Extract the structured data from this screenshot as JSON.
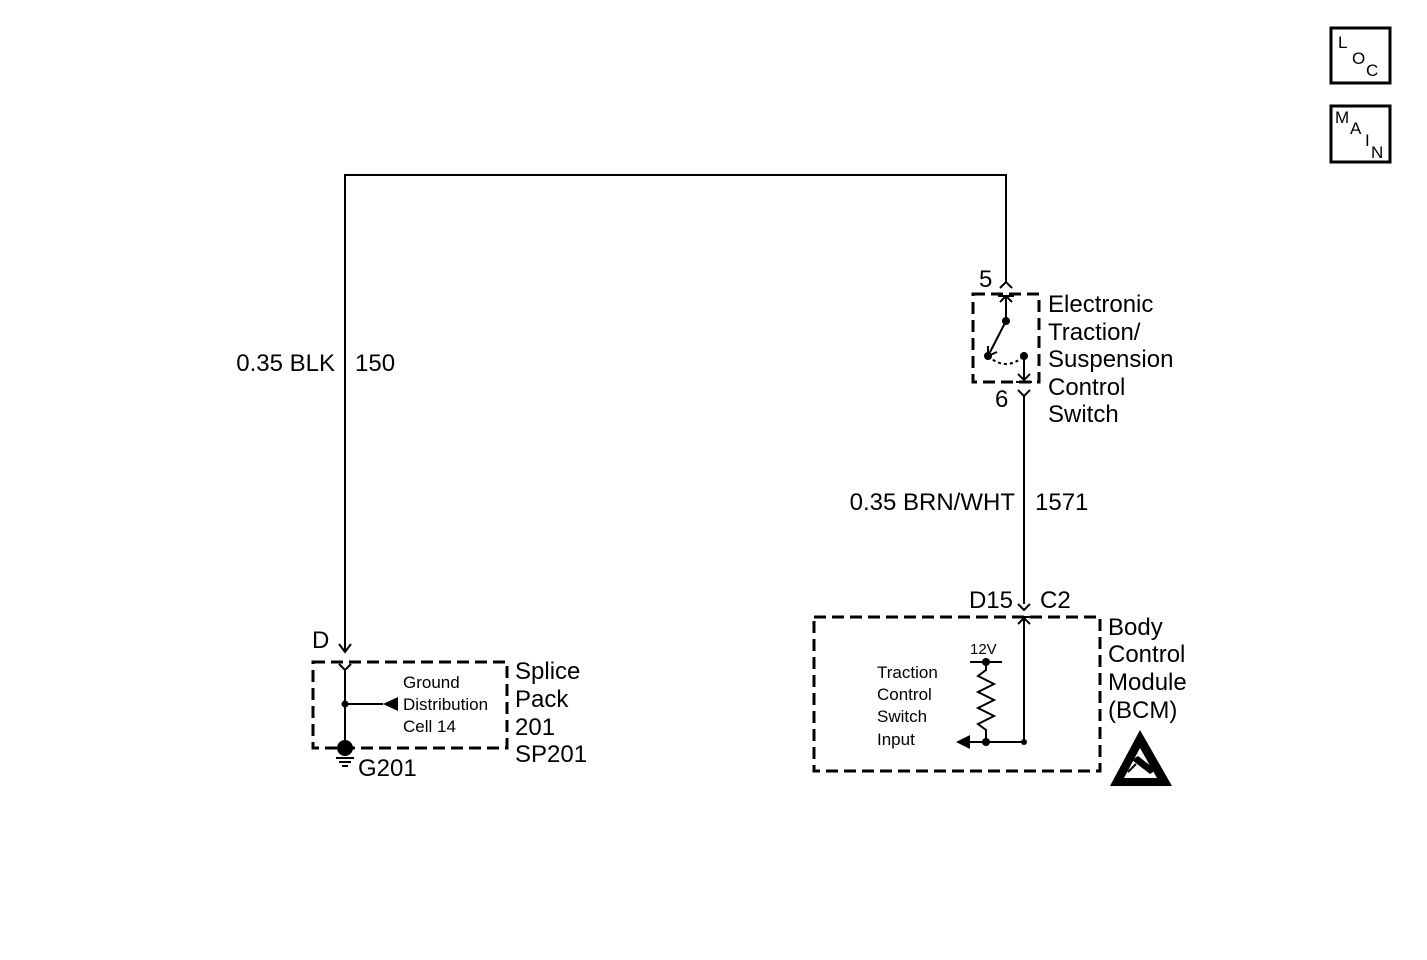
{
  "nav": {
    "loc_letters": [
      "L",
      "O",
      "C"
    ],
    "main_letters": [
      "M",
      "A",
      "I",
      "N"
    ]
  },
  "left_wire": {
    "gauge_color": "0.35 BLK",
    "circuit": "150"
  },
  "right_wire": {
    "gauge_color": "0.35 BRN/WHT",
    "circuit": "1571"
  },
  "switch": {
    "pin_top": "5",
    "pin_bottom": "6",
    "name_lines": [
      "Electronic",
      "Traction/",
      "Suspension",
      "Control",
      "Switch"
    ]
  },
  "splice": {
    "pin": "D",
    "inner_lines": [
      "Ground",
      "Distribution",
      "Cell 14"
    ],
    "name_lines": [
      "Splice",
      "Pack",
      "201",
      "SP201"
    ],
    "ground_label": "G201"
  },
  "bcm": {
    "pin": "D15",
    "connector": "C2",
    "supply": "12V",
    "input_lines": [
      "Traction",
      "Control",
      "Switch",
      "Input"
    ],
    "name_lines": [
      "Body",
      "Control",
      "Module",
      "(BCM)"
    ],
    "esd_icon": "esd-warning-icon"
  }
}
